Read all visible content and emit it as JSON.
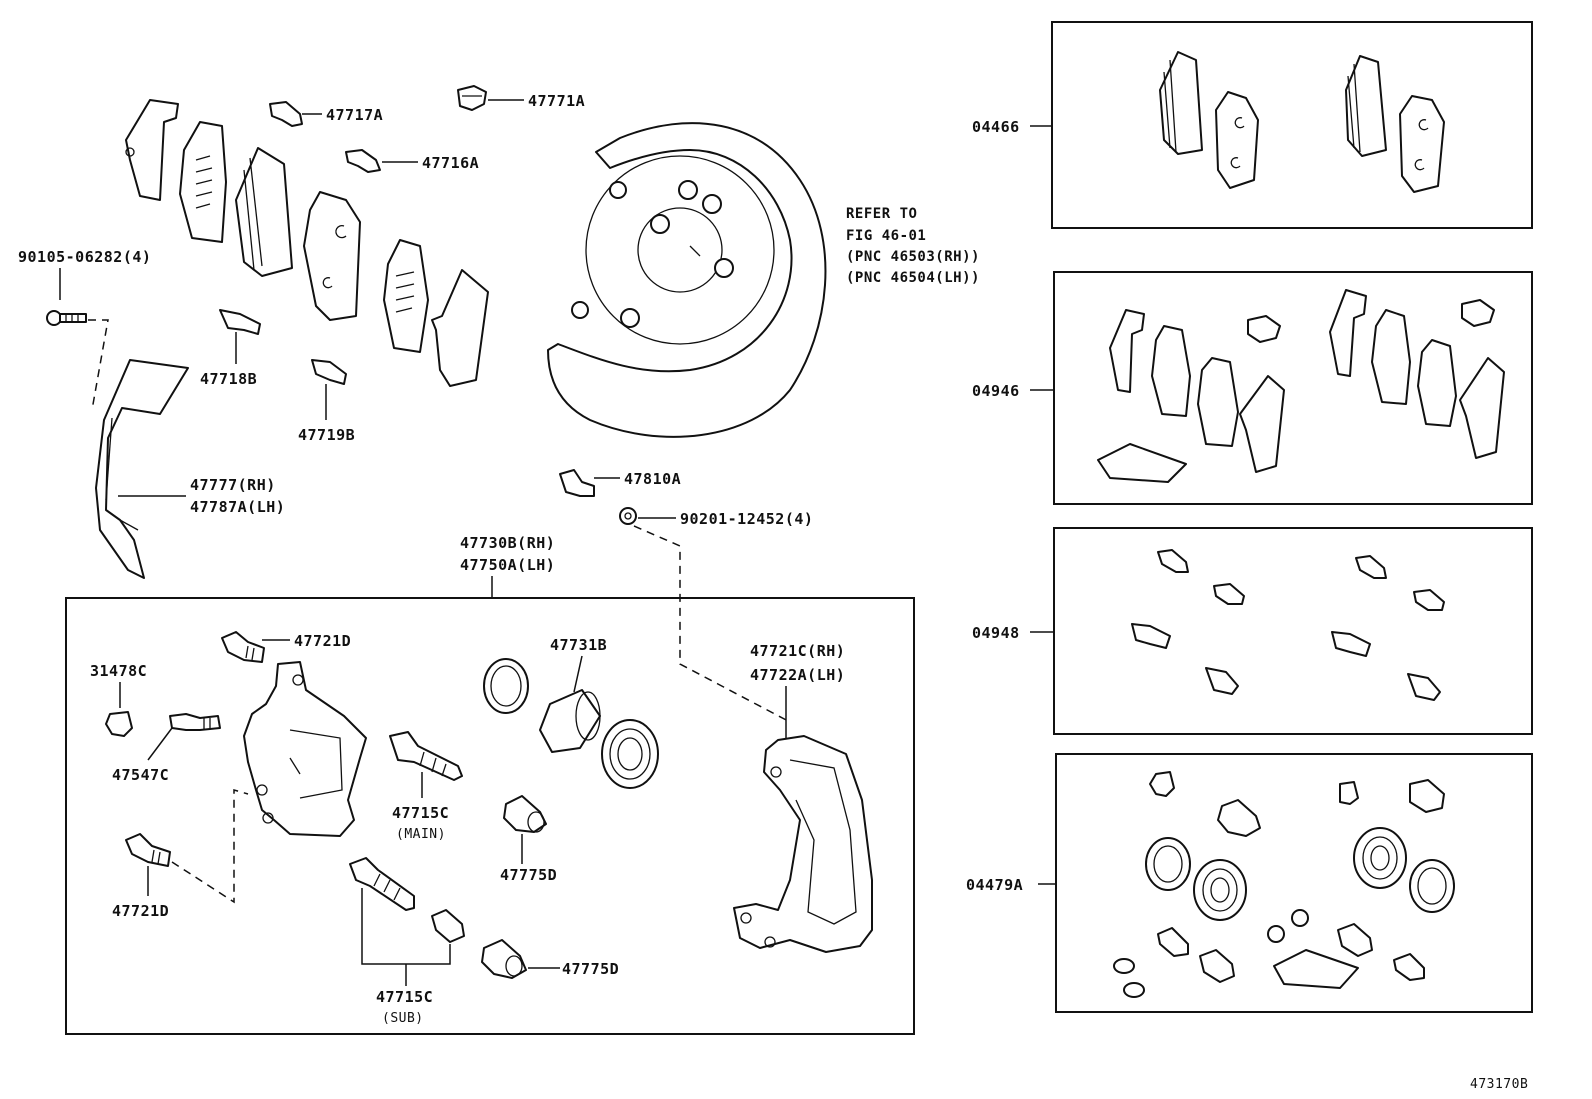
{
  "callouts": {
    "p47717A": "47717A",
    "p47771A": "47771A",
    "p47716A": "47716A",
    "p90105": "90105-06282(4)",
    "p47718B": "47718B",
    "p47719B": "47719B",
    "p47777": "47777(RH)",
    "p47787A": "47787A(LH)",
    "p47810A": "47810A",
    "p90201": "90201-12452(4)",
    "p47730B": "47730B(RH)",
    "p47750A": "47750A(LH)",
    "p47721D_top": "47721D",
    "p31478C": "31478C",
    "p47547C": "47547C",
    "p47721D_bot": "47721D",
    "p47715C_main": "47715C",
    "p47715C_main_note": "(MAIN)",
    "p47731B": "47731B",
    "p47775D_mid": "47775D",
    "p47775D_bot": "47775D",
    "p47715C_sub": "47715C",
    "p47715C_sub_note": "(SUB)",
    "p47721C": "47721C(RH)",
    "p47722A": "47722A(LH)"
  },
  "refer_note": {
    "line1": "REFER TO",
    "line2": "FIG 46-01",
    "line3": "(PNC 46503(RH))",
    "line4": "(PNC 46504(LH))"
  },
  "kits": {
    "k04466": "04466",
    "k04946": "04946",
    "k04948": "04948",
    "k04479A": "04479A"
  },
  "figure_id": "473170B"
}
